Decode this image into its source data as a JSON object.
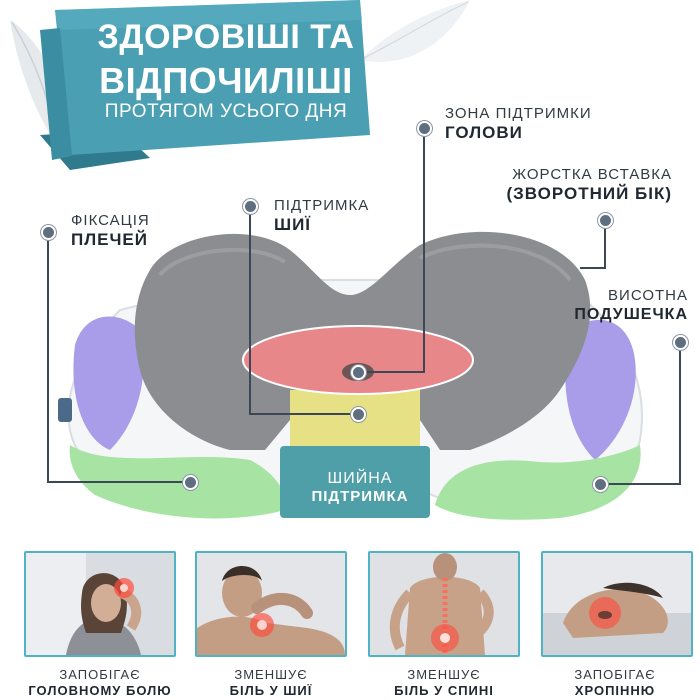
{
  "banner": {
    "line1": "ЗДОРОВІШІ ТА",
    "line2": "ВІДПОЧИЛІШІ",
    "line3": "ПРОТЯГОМ УСЬОГО ДНЯ"
  },
  "features": {
    "head_zone": {
      "line1": "ЗОНА ПІДТРИМКИ",
      "line2": "ГОЛОВИ"
    },
    "hard_insert": {
      "line1": "ЖОРСТКА ВСТАВКА",
      "line2": "(ЗВОРОТНИЙ БІК)"
    },
    "neck_support": {
      "line1": "ПІДТРИМКА",
      "line2": "ШИЇ"
    },
    "shoulders": {
      "line1": "ФІКСАЦІЯ",
      "line2": "ПЛЕЧЕЙ"
    },
    "height_pad": {
      "line1": "ВИСОТНА",
      "line2": "ПОДУШЕЧКА"
    },
    "cervical": {
      "line1": "ШИЙНА",
      "line2": "ПІДТРИМКА"
    }
  },
  "benefits": [
    {
      "line1": "ЗАПОБІГАЄ",
      "line2": "ГОЛОВНОМУ БОЛЮ"
    },
    {
      "line1": "ЗМЕНШУЄ",
      "line2": "БІЛЬ У ШИЇ"
    },
    {
      "line1": "ЗМЕНШУЄ",
      "line2": "БІЛЬ У СПИНІ"
    },
    {
      "line1": "ЗАПОБІГАЄ",
      "line2": "ХРОПІННЮ"
    }
  ],
  "colors": {
    "banner": "#4a9fb3",
    "accent": "#4fb3c4",
    "head_zone": "#e8878a",
    "neck_zone": "#e6e184",
    "cervical_zone": "#4f9fa8",
    "shoulder_gel": "#a7e3a2",
    "side_gel": "#a99ce8",
    "pillow": "#8c8d90"
  }
}
